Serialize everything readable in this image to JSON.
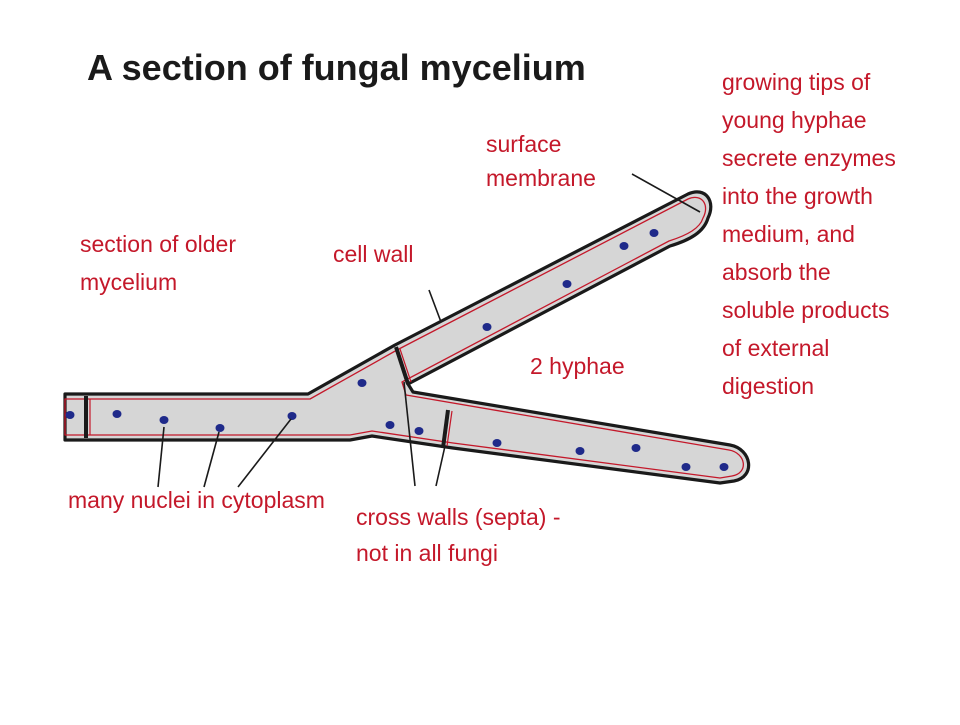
{
  "diagram": {
    "title": "A section of fungal mycelium",
    "label_color": "#c4182a",
    "cytoplasm_color": "#d6d6d6",
    "nucleus_color": "#1f2a8a",
    "labels": {
      "surface_membrane": [
        "surface",
        "membrane"
      ],
      "growing_tips": [
        "growing tips of",
        "young hyphae",
        "secrete enzymes",
        "into the growth",
        "medium, and",
        "absorb the",
        "soluble products",
        "of external",
        "digestion"
      ],
      "older_mycelium": [
        "section of older",
        "mycelium"
      ],
      "cell_wall": "cell wall",
      "two_hyphae": "2 hyphae",
      "nuclei": "many nuclei in cytoplasm",
      "cross_walls": [
        "cross walls (septa) -",
        "not in all fungi"
      ]
    }
  }
}
